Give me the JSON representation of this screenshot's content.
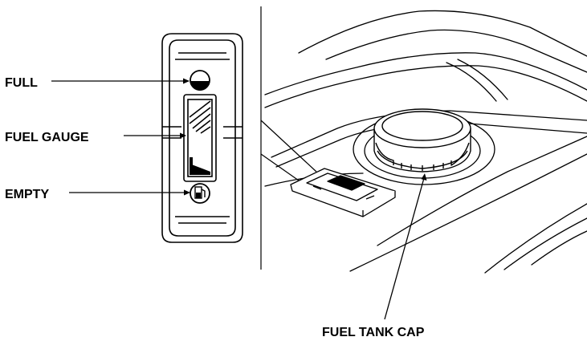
{
  "labels": {
    "full": "FULL",
    "fuel_gauge": "FUEL GAUGE",
    "empty": "EMPTY",
    "fuel_tank_cap": "FUEL TANK CAP"
  },
  "icons": {
    "full_indicator": "half-filled-circle-icon",
    "empty_indicator": "fuel-pump-icon"
  },
  "colors": {
    "ink": "#000000",
    "paper": "#ffffff"
  }
}
